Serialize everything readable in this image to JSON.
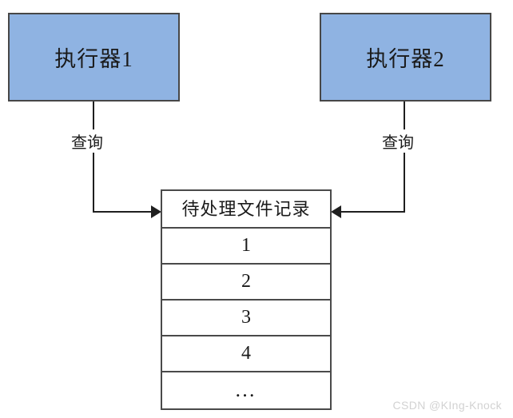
{
  "diagram": {
    "type": "flow-diagram",
    "background_color": "#ffffff",
    "nodes": [
      {
        "id": "executor-1",
        "label": "执行器1",
        "fill_color": "#8FB3E2",
        "border_color": "#474747"
      },
      {
        "id": "executor-2",
        "label": "执行器2",
        "fill_color": "#8FB3E2",
        "border_color": "#474747"
      }
    ],
    "edges": [
      {
        "id": "edge-executor1-to-table",
        "label": "查询",
        "from": "executor-1",
        "to": "record-table",
        "arrow": "right"
      },
      {
        "id": "edge-executor2-to-table",
        "label": "查询",
        "from": "executor-2",
        "to": "record-table",
        "arrow": "left"
      }
    ],
    "table": {
      "id": "record-table",
      "header": "待处理文件记录",
      "rows": [
        "1",
        "2",
        "3",
        "4",
        "…"
      ],
      "border_color": "#4a4a4a",
      "fill_color": "#ffffff"
    }
  },
  "watermark": {
    "text": "CSDN @KIng-Knock",
    "color": "#d2d2d2"
  }
}
